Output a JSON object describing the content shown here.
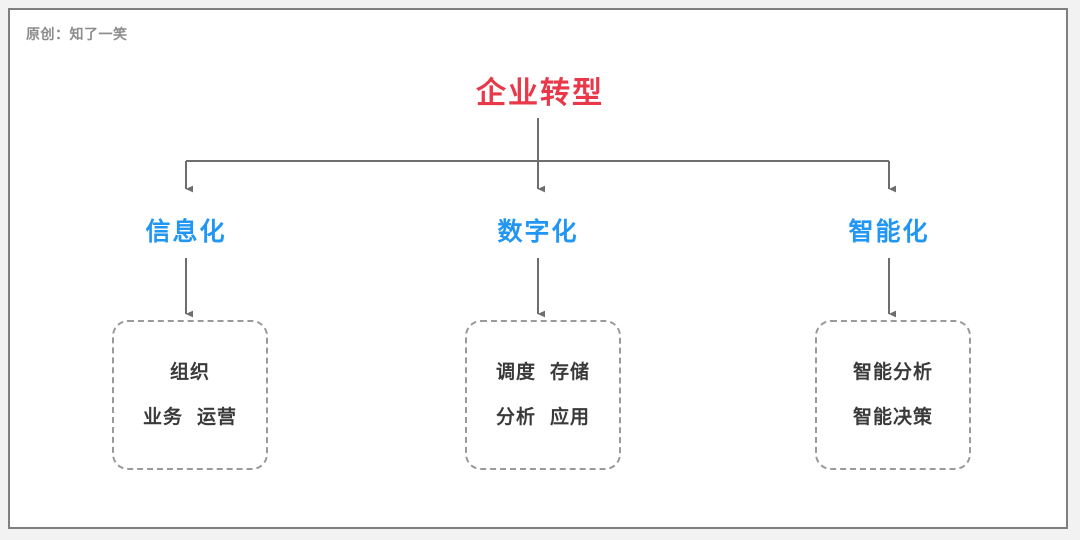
{
  "meta": {
    "credit": "原创：知了一笑",
    "colors": {
      "root": "#e8384a",
      "level2": "#2196f3",
      "leaf_text": "#3a3a3a",
      "connector": "#6e6e6e",
      "frame_border": "#7f7f7f",
      "leaf_border": "#9a9a9a",
      "page_background": "#f2f2f2",
      "frame_background": "#ffffff"
    }
  },
  "diagram": {
    "type": "tree",
    "root": {
      "label": "企业转型"
    },
    "branches": [
      {
        "label": "信息化",
        "leaf_rows": [
          {
            "items": [
              "组织"
            ]
          },
          {
            "items": [
              "业务",
              "运营"
            ]
          }
        ]
      },
      {
        "label": "数字化",
        "leaf_rows": [
          {
            "items": [
              "调度",
              "存储"
            ]
          },
          {
            "items": [
              "分析",
              "应用"
            ]
          }
        ]
      },
      {
        "label": "智能化",
        "leaf_rows": [
          {
            "items": [
              "智能分析"
            ]
          },
          {
            "items": [
              "智能决策"
            ]
          }
        ]
      }
    ]
  }
}
